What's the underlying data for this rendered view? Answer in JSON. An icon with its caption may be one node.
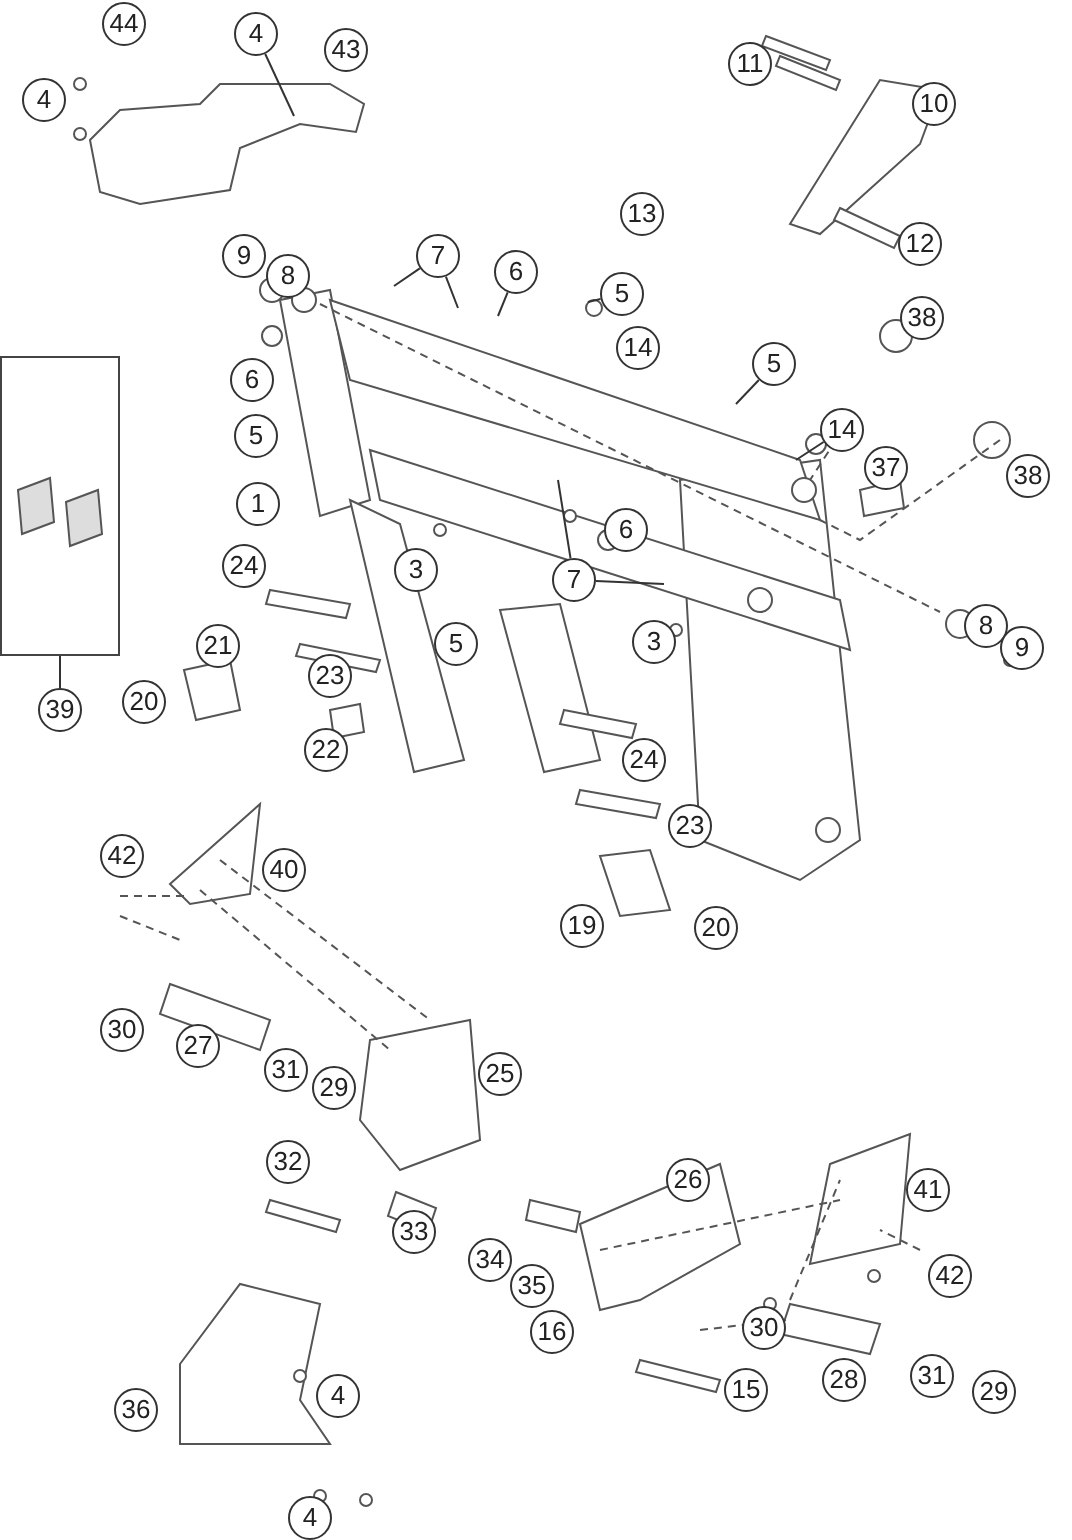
{
  "diagram": {
    "nodes": [
      {
        "text": [
          "44"
        ]
      },
      {
        "text": [
          "4"
        ]
      },
      {
        "text": [
          "43"
        ]
      },
      {
        "text": [
          "4"
        ]
      },
      {
        "text": [
          "11"
        ]
      },
      {
        "text": [
          "10"
        ]
      },
      {
        "text": [
          "13"
        ]
      },
      {
        "text": [
          "12"
        ]
      },
      {
        "text": [
          "9"
        ]
      },
      {
        "text": [
          "8"
        ]
      },
      {
        "text": [
          "7"
        ]
      },
      {
        "text": [
          "6"
        ]
      },
      {
        "text": [
          "5"
        ]
      },
      {
        "text": [
          "38"
        ]
      },
      {
        "text": [
          "6"
        ]
      },
      {
        "text": [
          "14"
        ]
      },
      {
        "text": [
          "5"
        ]
      },
      {
        "text": [],
        "shape": "box"
      },
      {
        "text": [
          "5"
        ]
      },
      {
        "text": [
          "14"
        ]
      },
      {
        "text": [
          "37"
        ]
      },
      {
        "text": [
          "38"
        ]
      },
      {
        "text": [
          "1"
        ]
      },
      {
        "text": [
          "6"
        ]
      },
      {
        "text": [
          "24"
        ]
      },
      {
        "text": [
          "3"
        ]
      },
      {
        "text": [
          "7"
        ]
      },
      {
        "text": [
          "3"
        ]
      },
      {
        "text": [
          "21"
        ]
      },
      {
        "text": [
          "8"
        ]
      },
      {
        "text": [
          "9"
        ]
      },
      {
        "text": [
          "5"
        ]
      },
      {
        "text": [
          "23"
        ]
      },
      {
        "text": [
          "20"
        ]
      },
      {
        "text": [
          "39"
        ]
      },
      {
        "text": [
          "22"
        ]
      },
      {
        "text": [
          "24"
        ]
      },
      {
        "text": [
          "23"
        ]
      },
      {
        "text": [
          "42"
        ]
      },
      {
        "text": [
          "40"
        ]
      },
      {
        "text": [
          "19"
        ]
      },
      {
        "text": [
          "20"
        ]
      },
      {
        "text": [
          "30"
        ]
      },
      {
        "text": [
          "27"
        ]
      },
      {
        "text": [
          "31"
        ]
      },
      {
        "text": [
          "25"
        ]
      },
      {
        "text": [
          "29"
        ]
      },
      {
        "text": [
          "32"
        ]
      },
      {
        "text": [
          "26"
        ]
      },
      {
        "text": [
          "41"
        ]
      },
      {
        "text": [
          "33"
        ]
      },
      {
        "text": [
          "34"
        ]
      },
      {
        "text": [
          "35"
        ]
      },
      {
        "text": [
          "42"
        ]
      },
      {
        "text": [
          "30"
        ]
      },
      {
        "text": [
          "16"
        ]
      },
      {
        "text": [
          "28"
        ]
      },
      {
        "text": [
          "31"
        ]
      },
      {
        "text": [
          "15"
        ]
      },
      {
        "text": [
          "29"
        ]
      },
      {
        "text": [
          "36"
        ]
      },
      {
        "text": [
          "4"
        ]
      },
      {
        "text": [
          "4"
        ]
      }
    ],
    "edges": [
      {
        "from": 1,
        "to": null,
        "arrow": "none"
      },
      {
        "from": 10,
        "to": null,
        "arrow": "none"
      },
      {
        "from": 10,
        "to": null,
        "arrow": "none"
      },
      {
        "from": 11,
        "to": null,
        "arrow": "none"
      },
      {
        "from": 12,
        "to": null,
        "arrow": "none"
      },
      {
        "from": 16,
        "to": null,
        "arrow": "none"
      },
      {
        "from": 19,
        "to": null,
        "arrow": "none"
      },
      {
        "from": 26,
        "to": null,
        "arrow": "none"
      },
      {
        "from": 26,
        "to": null,
        "arrow": "none"
      },
      {
        "from": 34,
        "to": 17,
        "arrow": "none"
      }
    ]
  }
}
